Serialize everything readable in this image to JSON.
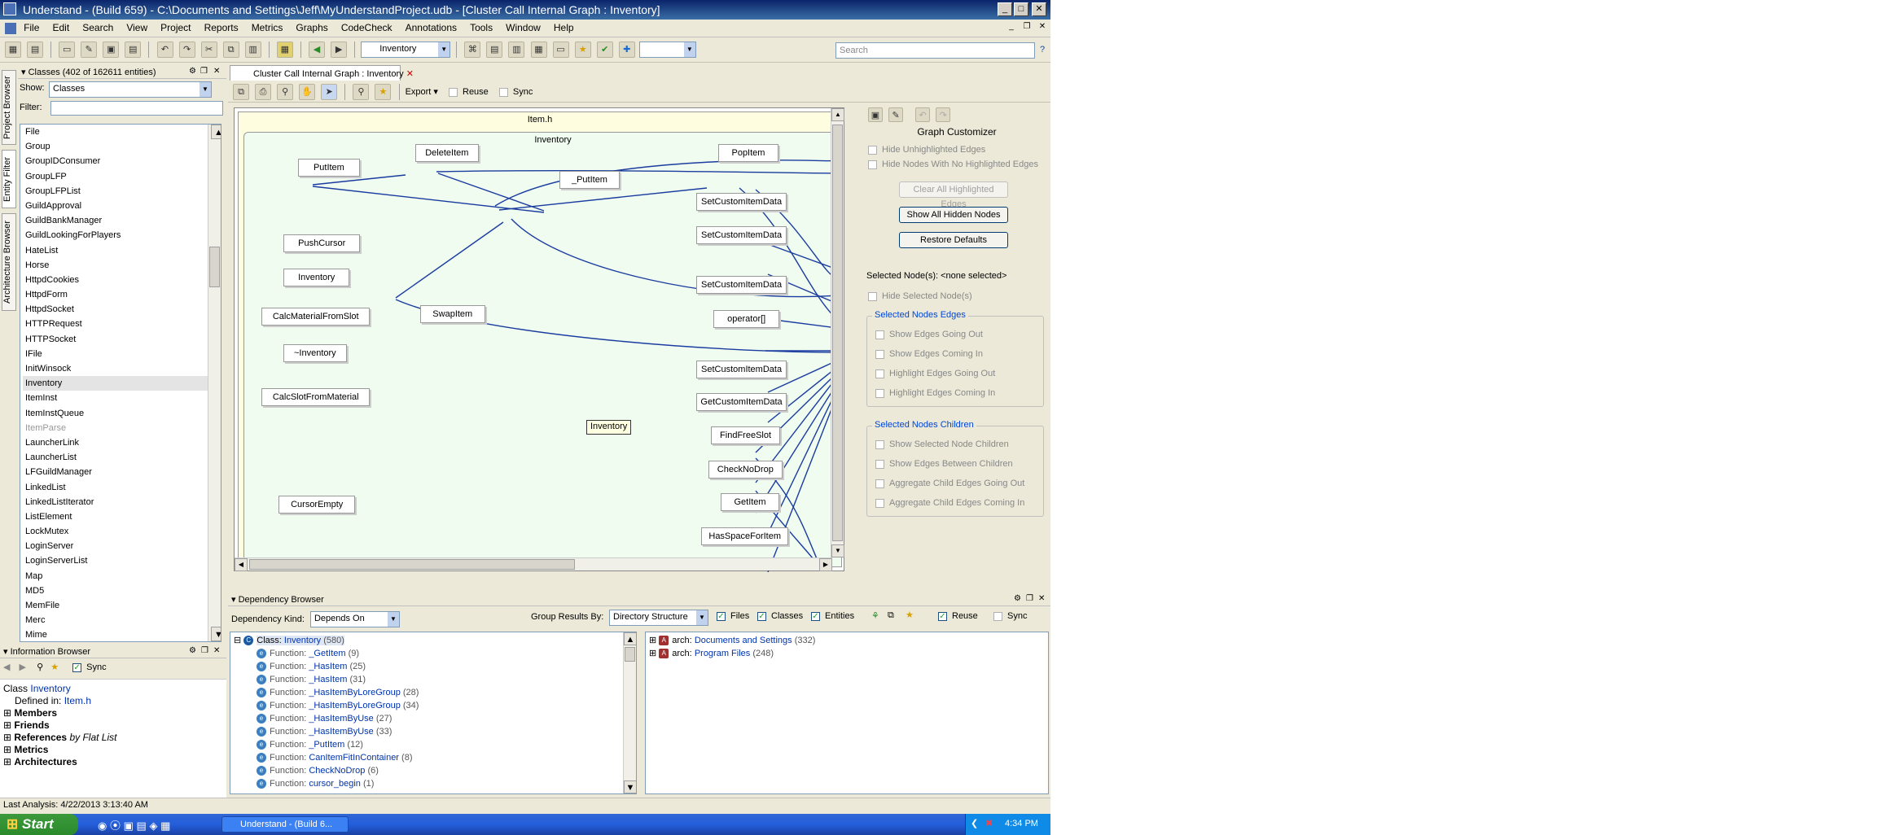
{
  "window": {
    "title": "Understand - (Build 659)  - C:\\Documents and Settings\\Jeff\\MyUnderstandProject.udb - [Cluster Call Internal Graph : Inventory]"
  },
  "menu": [
    "File",
    "Edit",
    "Search",
    "View",
    "Project",
    "Reports",
    "Metrics",
    "Graphs",
    "CodeCheck",
    "Annotations",
    "Tools",
    "Window",
    "Help"
  ],
  "toolbar": {
    "entity_combo": "Inventory",
    "search_placeholder": "Search",
    "help": "?"
  },
  "sidetabs": {
    "project": "Project Browser",
    "entity": "Entity Filter",
    "arch": "Architecture Browser"
  },
  "entity_filter": {
    "header": "Classes (402 of 162611 entities)",
    "show_label": "Show:",
    "show_value": "Classes",
    "filter_label": "Filter:",
    "filter_value": "",
    "items": [
      "File",
      "Group",
      "GroupIDConsumer",
      "GroupLFP",
      "GroupLFPList",
      "GuildApproval",
      "GuildBankManager",
      "GuildLookingForPlayers",
      "HateList",
      "Horse",
      "HttpdCookies",
      "HttpdForm",
      "HttpdSocket",
      "HTTPRequest",
      "HTTPSocket",
      "IFile",
      "InitWinsock",
      "Inventory",
      "ItemInst",
      "ItemInstQueue",
      "ItemParse",
      "LauncherLink",
      "LauncherList",
      "LFGuildManager",
      "LinkedList",
      "LinkedListIterator",
      "ListElement",
      "LockMutex",
      "LoginServer",
      "LoginServerList",
      "Map",
      "MD5",
      "MemFile",
      "Merc",
      "Mime"
    ],
    "selected": "Inventory",
    "gray": "ItemParse"
  },
  "info_browser": {
    "header": "Information Browser",
    "sync": "Sync",
    "class_label": "Class",
    "class_name": "Inventory",
    "defined_label": "Defined in:",
    "defined_file": "Item.h",
    "rows": [
      "Members",
      "Friends",
      "References",
      "Metrics",
      "Architectures"
    ],
    "references_suffix": "by Flat List"
  },
  "graph": {
    "tab": "Cluster Call Internal Graph : Inventory",
    "export": "Export",
    "reuse": "Reuse",
    "sync": "Sync",
    "outer_label": "Item.h",
    "inner_label": "Inventory",
    "tooltip": "Inventory",
    "nodes": [
      "PutItem",
      "DeleteItem",
      "_PutItem",
      "PopItem",
      "PushCursor",
      "Inventory",
      "CalcMaterialFromSlot",
      "~Inventory",
      "CalcSlotFromMaterial",
      "CursorEmpty",
      "SwapItem",
      "SetCustomItemData",
      "SetCustomItemData",
      "SetCustomItemData",
      "operator[]",
      "SetCustomItemData",
      "GetCustomItemData",
      "FindFreeSlot",
      "CheckNoDrop",
      "GetItem",
      "HasSpaceForItem"
    ]
  },
  "customizer": {
    "title": "Graph Customizer",
    "hide_unhighlighted": "Hide Unhighlighted Edges",
    "hide_nodes": "Hide Nodes With No Highlighted Edges",
    "clear_btn": "Clear All Highlighted Edges",
    "show_hidden_btn": "Show All Hidden Nodes",
    "restore_btn": "Restore Defaults",
    "selected_nodes": "Selected Node(s): <none selected>",
    "hide_selected": "Hide Selected Node(s)",
    "edges_group": "Selected Nodes Edges",
    "edges_opts": [
      "Show Edges Going Out",
      "Show Edges Coming In",
      "Highlight Edges Going Out",
      "Highlight Edges Coming In"
    ],
    "children_group": "Selected Nodes Children",
    "children_opts": [
      "Show Selected Node Children",
      "Show Edges Between Children",
      "Aggregate Child Edges Going Out",
      "Aggregate Child Edges Coming In"
    ]
  },
  "dependency": {
    "header": "Dependency Browser",
    "kind_label": "Dependency Kind:",
    "kind_value": "Depends On",
    "group_label": "Group Results By:",
    "group_value": "Directory Structure",
    "files": "Files",
    "classes": "Classes",
    "entities": "Entities",
    "reuse": "Reuse",
    "sync": "Sync",
    "root": {
      "label": "Class:",
      "name": "Inventory",
      "count": "(580)"
    },
    "items": [
      {
        "name": "_GetItem",
        "count": "(9)"
      },
      {
        "name": "_HasItem",
        "count": "(25)"
      },
      {
        "name": "_HasItem",
        "count": "(31)"
      },
      {
        "name": "_HasItemByLoreGroup",
        "count": "(28)"
      },
      {
        "name": "_HasItemByLoreGroup",
        "count": "(34)"
      },
      {
        "name": "_HasItemByUse",
        "count": "(27)"
      },
      {
        "name": "_HasItemByUse",
        "count": "(33)"
      },
      {
        "name": "_PutItem",
        "count": "(12)"
      },
      {
        "name": "CanItemFitInContainer",
        "count": "(8)"
      },
      {
        "name": "CheckNoDrop",
        "count": "(6)"
      },
      {
        "name": "cursor_begin",
        "count": "(1)"
      }
    ],
    "function_label": "Function:",
    "arch": [
      {
        "label": "arch:",
        "name": "Documents and Settings",
        "count": "(332)"
      },
      {
        "label": "arch:",
        "name": "Program Files",
        "count": "(248)"
      }
    ]
  },
  "status": {
    "text": "Last Analysis: 4/22/2013 3:13:40 AM"
  },
  "taskbar": {
    "start": "Start",
    "task": "Understand - (Build 6...",
    "clock": "4:34 PM"
  }
}
